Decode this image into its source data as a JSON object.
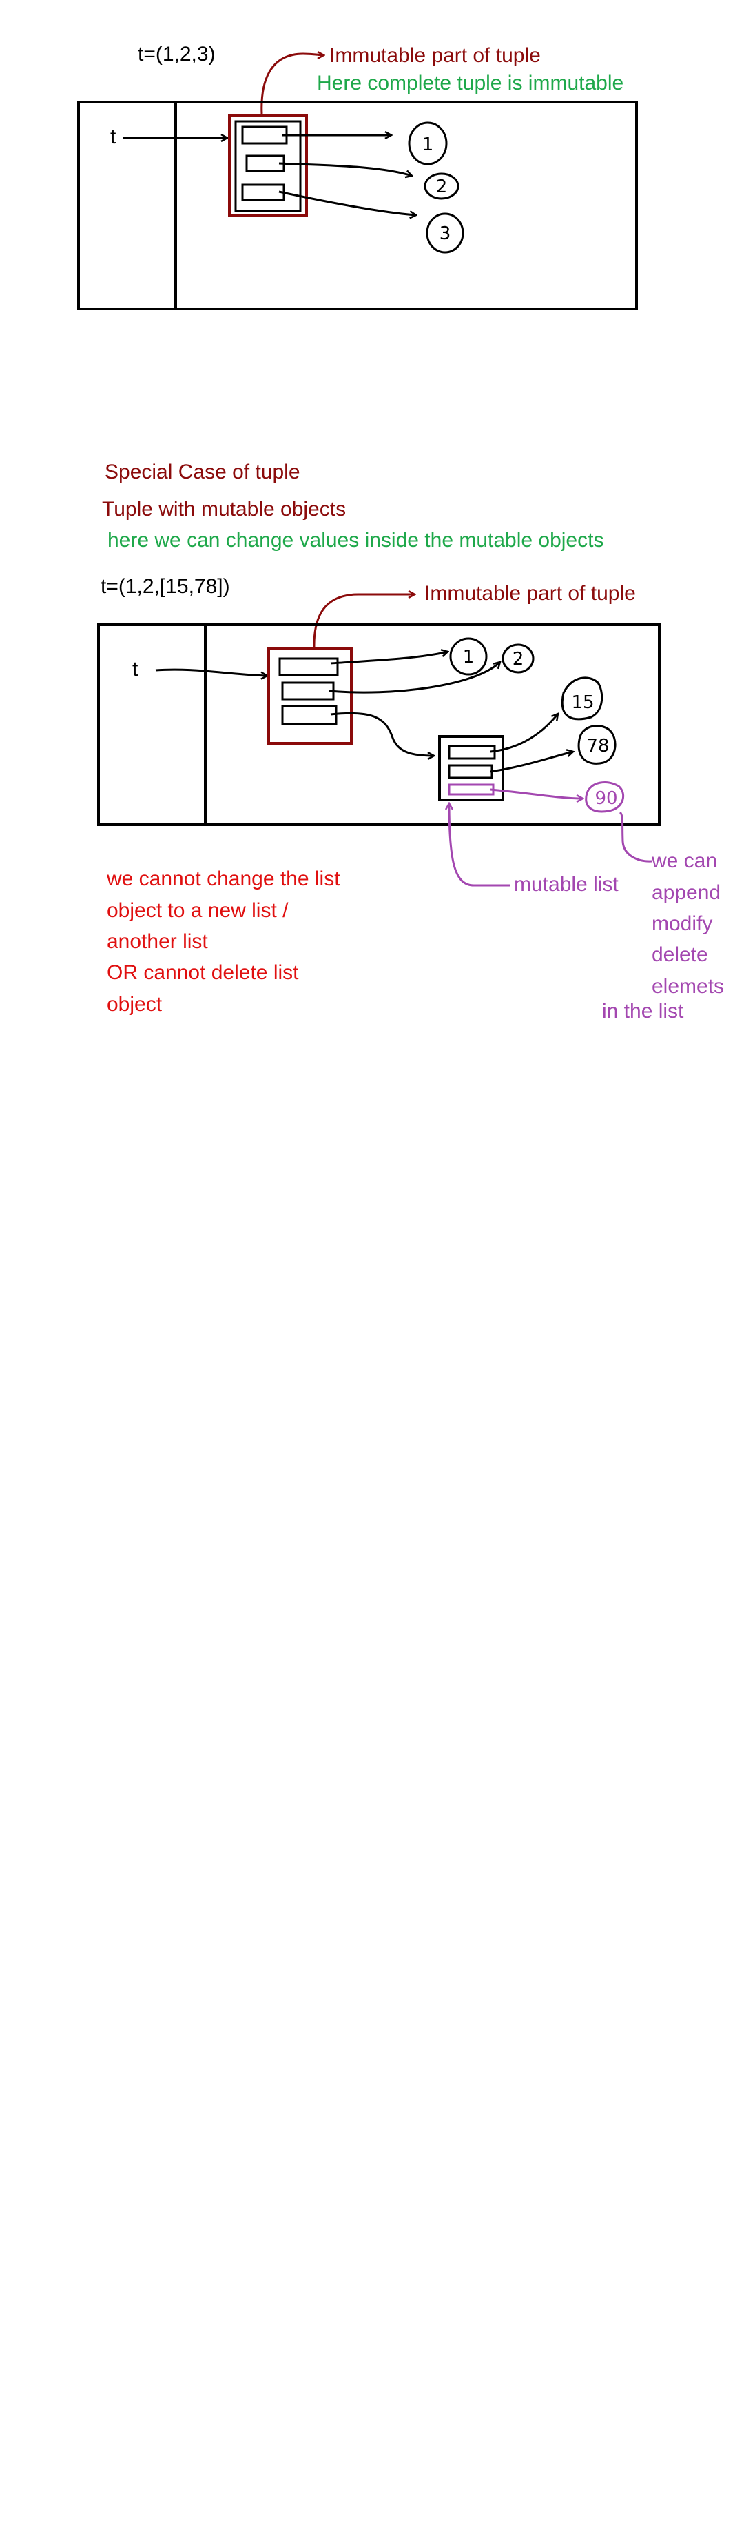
{
  "colors": {
    "ink": "#000000",
    "dark_red": "#8b0b0b",
    "green": "#1ea84a",
    "red": "#e01010",
    "purple": "#a347b0"
  },
  "diagram1": {
    "title": "t=(1,2,3)",
    "immutable_label": "Immutable part of tuple",
    "complete_label": "Here complete tuple is immutable",
    "var_name": "t",
    "values": [
      "1",
      "2",
      "3"
    ]
  },
  "diagram2": {
    "heading": "Special Case of tuple",
    "subheading": "Tuple with mutable objects",
    "note": "here we can change values inside the mutable objects",
    "title": "t=(1,2,[15,78])",
    "immutable_label": "Immutable part of tuple",
    "var_name": "t",
    "tuple_values": [
      "1",
      "2"
    ],
    "list_values": [
      "15",
      "78",
      "90"
    ],
    "mutable_list_label": "mutable list",
    "red_note": [
      "we cannot change the list",
      "object to a new list /",
      "another list",
      "OR cannot delete list",
      "object"
    ],
    "purple_note": [
      "we can",
      "append",
      "modify",
      "delete",
      "elemets",
      "in the list"
    ]
  }
}
